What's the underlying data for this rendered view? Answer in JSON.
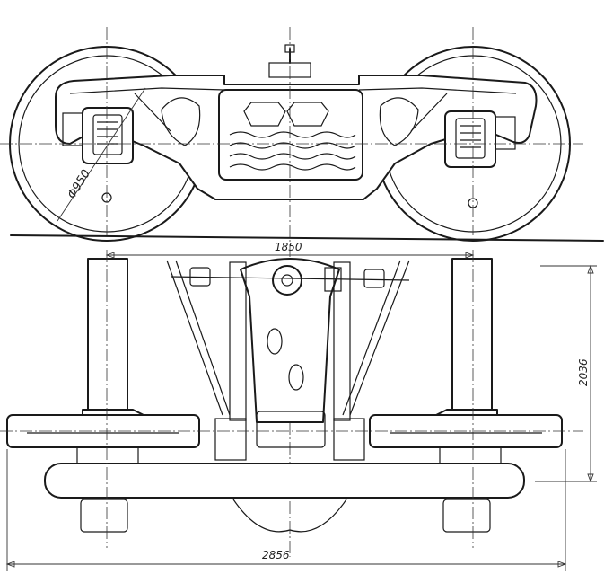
{
  "dimensions": {
    "wheel_diameter": "Φ950",
    "wheelbase": "1850",
    "overall_width": "2856",
    "overall_height": "2036"
  },
  "colors": {
    "ink": "#1a1a1a",
    "paper": "#ffffff"
  }
}
